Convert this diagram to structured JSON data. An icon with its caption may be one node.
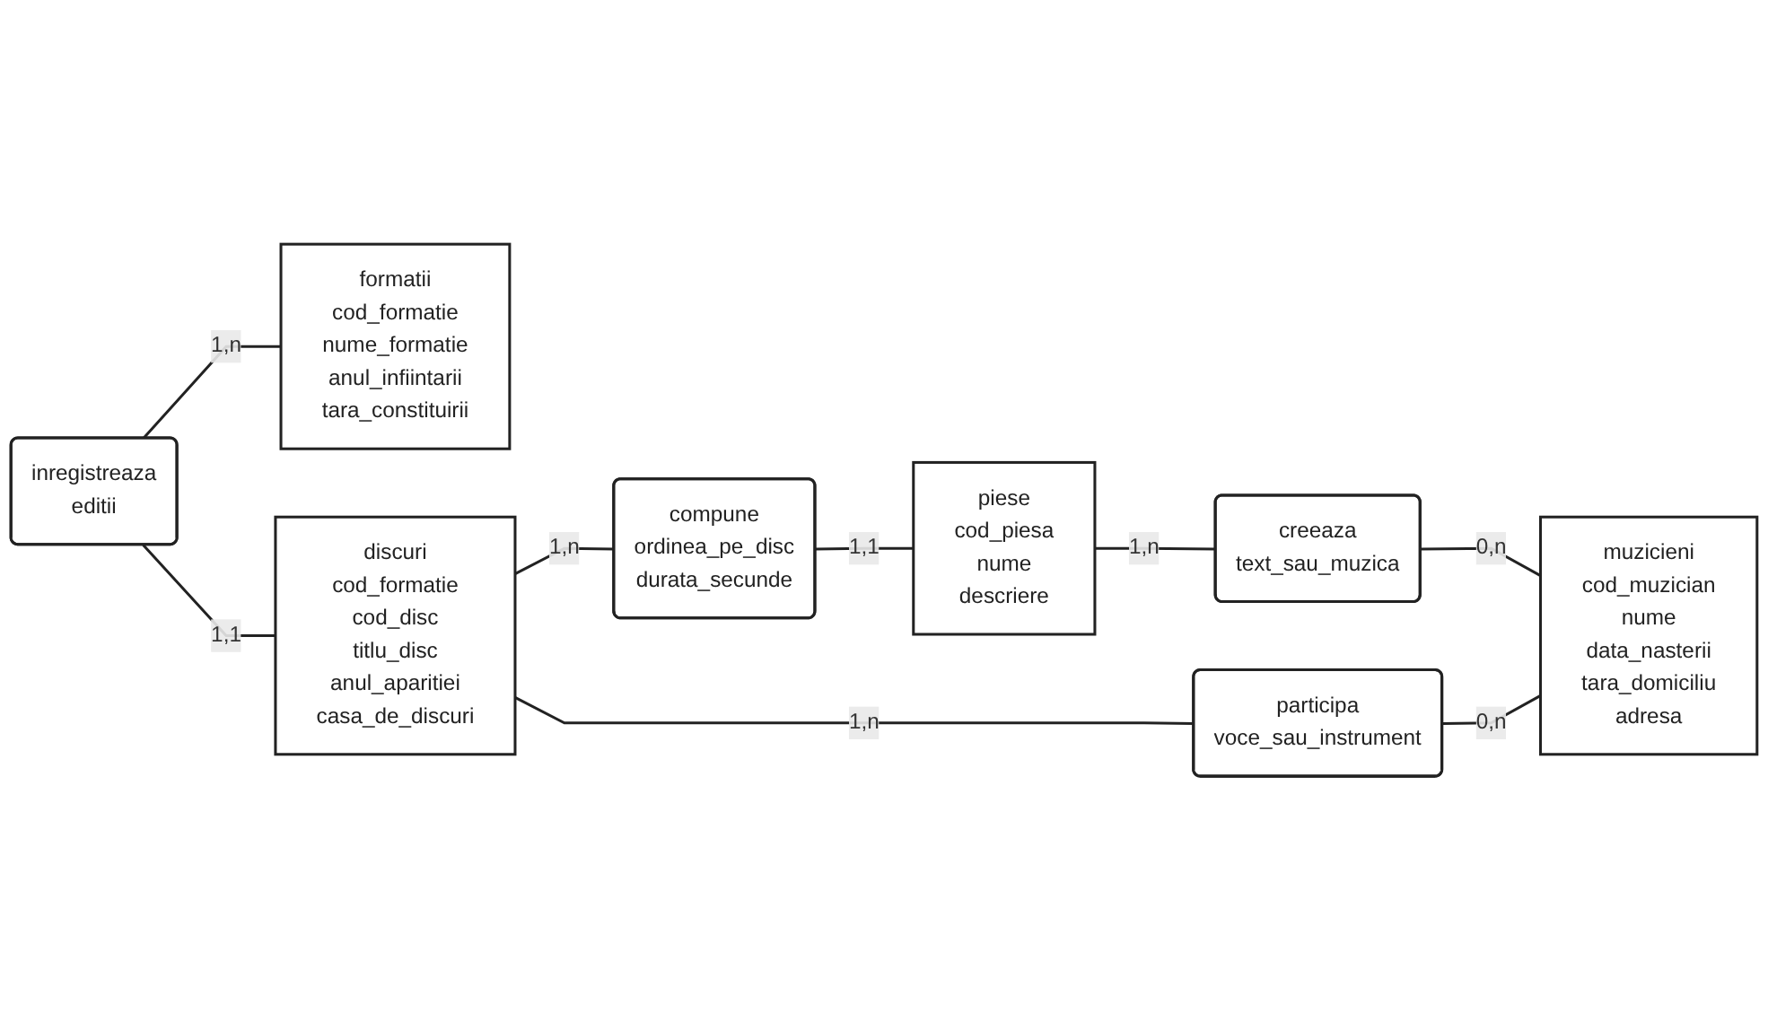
{
  "diagram": {
    "nodes": [
      {
        "text": [
          "formatii",
          "cod_formatie",
          "nume_formatie",
          "anul_infiintarii",
          "tara_constituirii"
        ]
      },
      {
        "text": [
          "piese",
          "cod_piesa",
          "nume",
          "descriere"
        ]
      },
      {
        "text": [
          "inregistreaza",
          "editii"
        ]
      },
      {
        "text": [
          "creeaza",
          "text_sau_muzica"
        ]
      },
      {
        "text": [
          "compune",
          "ordinea_pe_disc",
          "durata_secunde"
        ]
      },
      {
        "text": [
          "discuri",
          "cod_formatie",
          "cod_disc",
          "titlu_disc",
          "anul_aparitiei",
          "casa_de_discuri"
        ]
      },
      {
        "text": [
          "muzicieni",
          "cod_muzician",
          "nume",
          "data_nasterii",
          "tara_domiciliu",
          "adresa"
        ]
      },
      {
        "text": [
          "participa",
          "voce_sau_instrument"
        ]
      }
    ],
    "edges": [
      {
        "from": 2,
        "to": 0,
        "arrow": "none",
        "label": "1,n"
      },
      {
        "from": 2,
        "to": 5,
        "arrow": "none",
        "label": "1,1"
      },
      {
        "from": 4,
        "to": 1,
        "arrow": "none",
        "label": "1,1"
      },
      {
        "from": 5,
        "to": 4,
        "arrow": "none",
        "label": "1,n"
      },
      {
        "from": 1,
        "to": 3,
        "arrow": "none",
        "label": "1,n"
      },
      {
        "from": 3,
        "to": 6,
        "arrow": "none",
        "label": "0,n"
      },
      {
        "from": 5,
        "to": 7,
        "arrow": "none",
        "label": "1,n"
      },
      {
        "from": 7,
        "to": 6,
        "arrow": "none",
        "label": "0,n"
      }
    ]
  }
}
